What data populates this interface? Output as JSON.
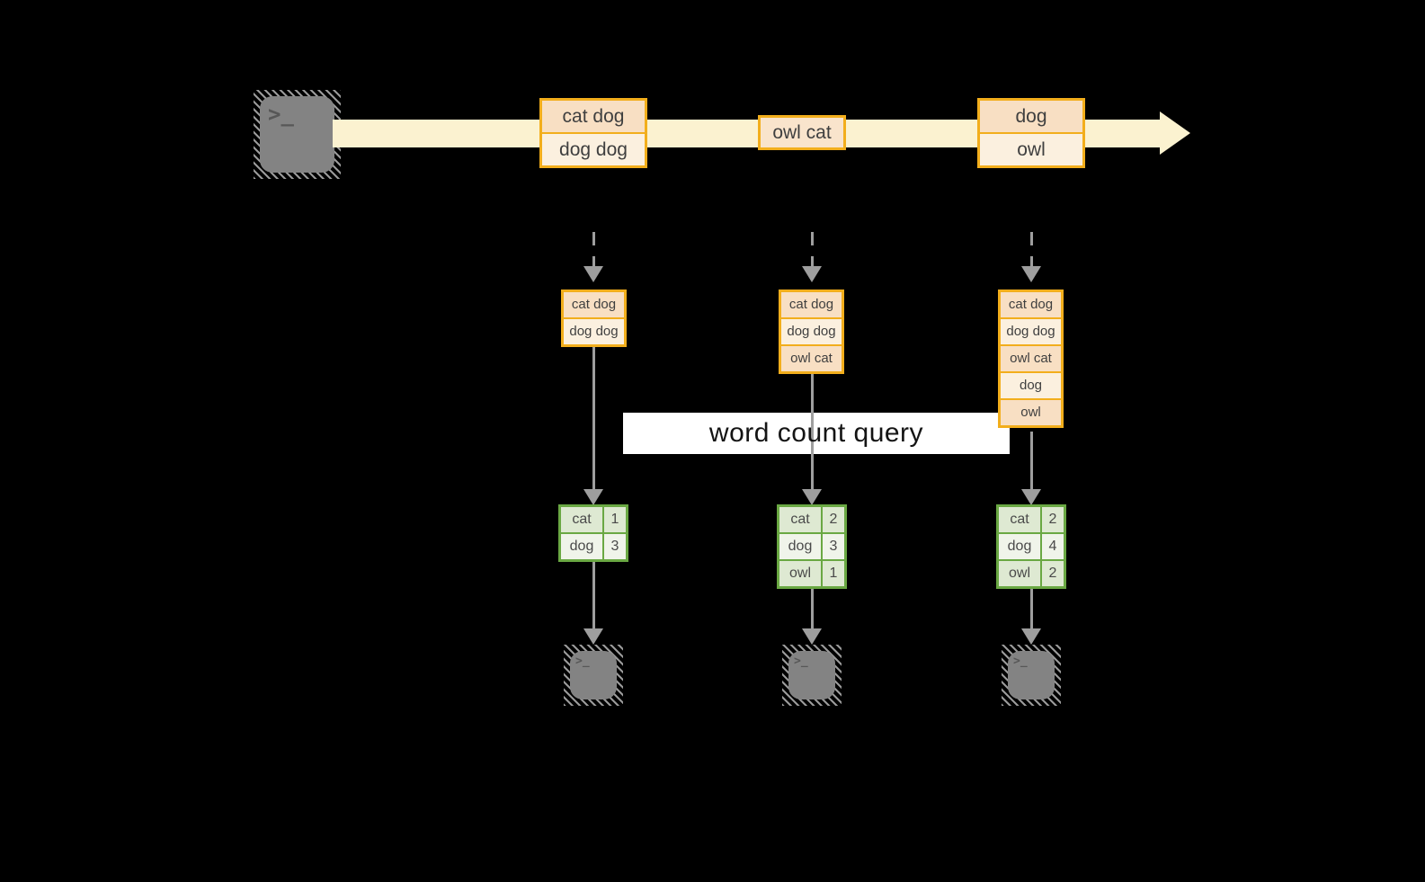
{
  "query_label": "word count query",
  "icons": {
    "terminal_prompt_glyph": ">_"
  },
  "colors": {
    "background": "#000000",
    "stream_band": "#FBF2D0",
    "record_border": "#F2AE1C",
    "record_fill_dark": "#F8DFC3",
    "record_fill_light": "#FBF0DF",
    "result_border": "#6AA843",
    "result_fill_dark": "#DEE9D2",
    "result_fill_light": "#F0F4EA",
    "connector": "#9E9E9E",
    "terminal": "#838383",
    "query_band": "#FFFFFF"
  },
  "stream": {
    "batches": [
      {
        "records": [
          "cat dog",
          "dog dog"
        ]
      },
      {
        "records": [
          "owl cat"
        ]
      },
      {
        "records": [
          "dog",
          "owl"
        ]
      }
    ]
  },
  "columns": [
    {
      "state": [
        "cat dog",
        "dog dog"
      ],
      "result": {
        "rows": [
          {
            "word": "cat",
            "count": "1"
          },
          {
            "word": "dog",
            "count": "3"
          }
        ]
      }
    },
    {
      "state": [
        "cat dog",
        "dog dog",
        "owl cat"
      ],
      "result": {
        "rows": [
          {
            "word": "cat",
            "count": "2"
          },
          {
            "word": "dog",
            "count": "3"
          },
          {
            "word": "owl",
            "count": "1"
          }
        ]
      }
    },
    {
      "state": [
        "cat dog",
        "dog dog",
        "owl cat",
        "dog",
        "owl"
      ],
      "result": {
        "rows": [
          {
            "word": "cat",
            "count": "2"
          },
          {
            "word": "dog",
            "count": "4"
          },
          {
            "word": "owl",
            "count": "2"
          }
        ]
      }
    }
  ]
}
